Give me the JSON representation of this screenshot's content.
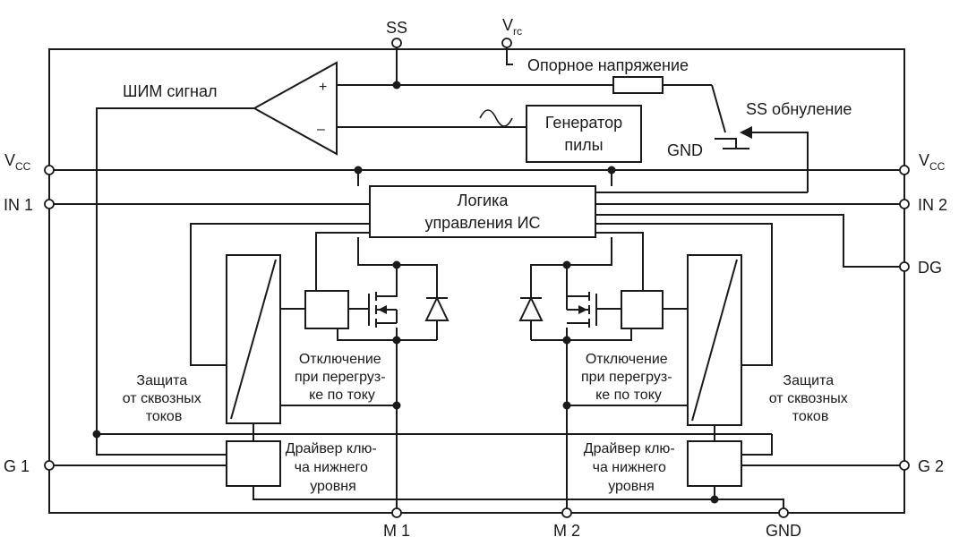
{
  "pins": {
    "ss": "SS",
    "vrc": "V",
    "vrc_sub": "rc",
    "vcc_left": "V",
    "vcc_left_sub": "CC",
    "vcc_right": "V",
    "vcc_right_sub": "CC",
    "in1": "IN 1",
    "in2": "IN 2",
    "dg": "DG",
    "g1": "G 1",
    "g2": "G 2",
    "m1": "M 1",
    "m2": "M 2",
    "gnd": "GND"
  },
  "labels": {
    "reference_voltage": "Опорное напряжение",
    "pwm_signal": "ШИМ сигнал",
    "ss_reset": "SS обнуление",
    "gnd_switch": "GND",
    "comparator_plus": "+",
    "comparator_minus": "–",
    "generator_line1": "Генератор",
    "generator_line2": "пилы",
    "logic_line1": "Логика",
    "logic_line2": "управления ИС",
    "overcurrent_left": [
      "Отключение",
      "при перегруз-",
      "ке по току"
    ],
    "overcurrent_right": [
      "Отключение",
      "при перегруз-",
      "ке по току"
    ],
    "shoot_through_left": [
      "Защита",
      "от сквозных",
      "токов"
    ],
    "shoot_through_right": [
      "Защита",
      "от сквозных",
      "токов"
    ],
    "driver_left": [
      "Драйвер клю-",
      "ча нижнего",
      "уровня"
    ],
    "driver_right": [
      "Драйвер клю-",
      "ча нижнего",
      "уровня"
    ]
  }
}
